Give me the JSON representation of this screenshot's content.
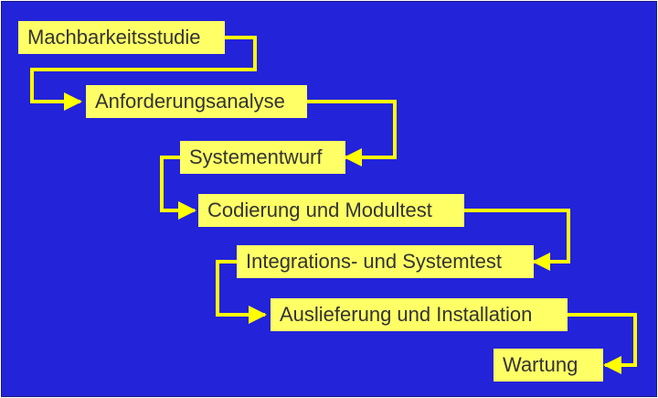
{
  "colors": {
    "background": "#2323d9",
    "box_fill": "#ffff66",
    "connector": "#ffff00",
    "text": "#333333"
  },
  "phases": [
    "Machbarkeitsstudie",
    "Anforderungsanalyse",
    "Systementwurf",
    "Codierung und Modultest",
    "Integrations- und Systemtest",
    "Auslieferung und Installation",
    "Wartung"
  ]
}
